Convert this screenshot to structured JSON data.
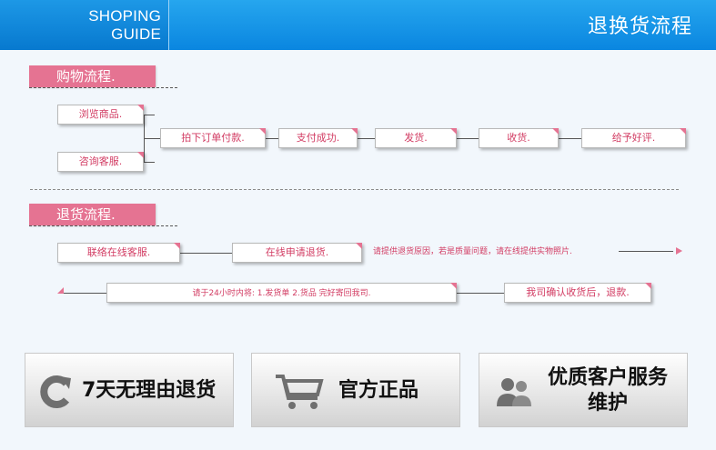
{
  "header": {
    "guide_line1": "SHOPING",
    "guide_line2": "GUIDE",
    "title": "退换货流程"
  },
  "shopping": {
    "tag": "购物流程.",
    "steps": [
      "浏览商品.",
      "咨询客服.",
      "拍下订单付款.",
      "支付成功.",
      "发货.",
      "收货.",
      "给予好评."
    ]
  },
  "returns": {
    "tag": "退货流程.",
    "steps": [
      "联络在线客服.",
      "在线申请退货.",
      "请提供退货原因，若是质量问题，请在线提供实物照片.",
      "请于24小时内将:  1.发货单  2.货品    完好寄回我司.",
      "我司确认收货后，退款."
    ]
  },
  "features": [
    {
      "icon": "refresh-icon",
      "label": "7天无理由退货"
    },
    {
      "icon": "cart-icon",
      "label": "官方正品"
    },
    {
      "icon": "users-icon",
      "line1": "优质客户服务",
      "line2": "维护"
    }
  ],
  "colors": {
    "header_blue": "#0a86e0",
    "accent_pink": "#e57392",
    "step_text": "#d23c63"
  }
}
